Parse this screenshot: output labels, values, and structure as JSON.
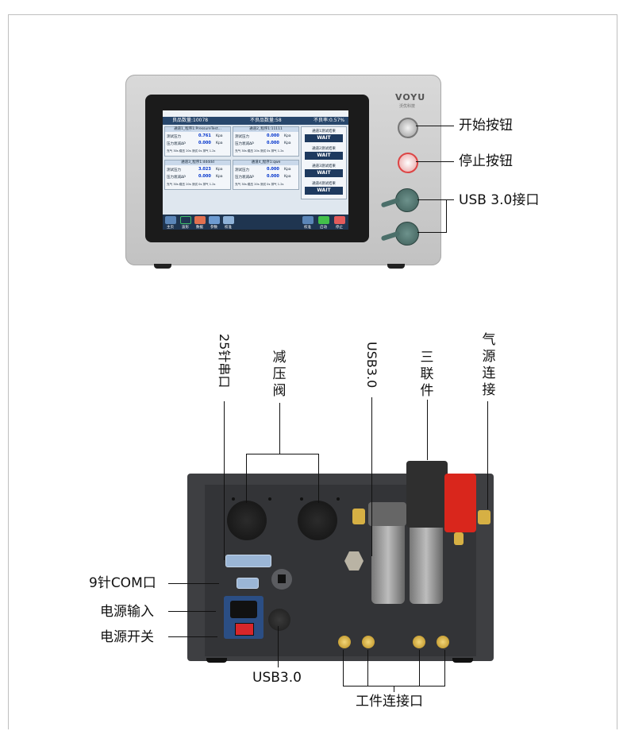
{
  "front": {
    "brand": "VOYU",
    "brand_sub": "沃优科技",
    "screen": {
      "status_good": "良品数量:10078",
      "status_bad": "不良品数量:58",
      "status_rate": "不良率:0.57%",
      "channel1_title": "通道1_程序1:PressureTest...",
      "channel2_title": "通道2_程序1:11111",
      "channel3_title": "通道3_程序1:ddddd",
      "channel4_title": "通道4_程序1:qwe",
      "row_pressure": "测试压力",
      "row_delta": "压力衰减ΔP",
      "row_times": "充气 30s  稳压 20s  测试 0s  排气 1.2s",
      "ch1_pressure": "0.761",
      "ch1_delta": "0.000",
      "ch2_pressure": "0.000",
      "ch2_delta": "0.000",
      "ch3_pressure": "3.023",
      "ch3_delta": "0.000",
      "ch4_pressure": "0.000",
      "ch4_delta": "0.000",
      "unit": "Kpa",
      "result1": "通道1测试结果",
      "result2": "通道2测试结果",
      "result3": "通道3测试结果",
      "result4": "通道4测试结果",
      "wait": "WAIT",
      "nav_home": "主页",
      "nav_wave": "波形",
      "nav_data": "数据",
      "nav_param": "参数",
      "nav_check": "校准",
      "nav_calib": "校准",
      "nav_start": "启动",
      "nav_stop": "停止"
    }
  },
  "labels": {
    "start_button": "开始按钮",
    "stop_button": "停止按钮",
    "usb_front": "USB 3.0接口",
    "pin25": "25针串口",
    "reducer": [
      "减",
      "压",
      "阀"
    ],
    "usb_top": "USB3.0",
    "triple": [
      "三",
      "联",
      "件"
    ],
    "air_source": [
      "气",
      "源",
      "连",
      "接"
    ],
    "com9": "9针COM口",
    "power_in": "电源输入",
    "power_switch": "电源开关",
    "usb_bottom": "USB3.0",
    "work_port": "工件连接口"
  },
  "colors": {
    "device_body": "#c8c8c8",
    "screen_header": "#27466b",
    "knob": "#4b6f6a",
    "filter_red": "#d9261c",
    "rear_panel": "#3e3f42"
  }
}
